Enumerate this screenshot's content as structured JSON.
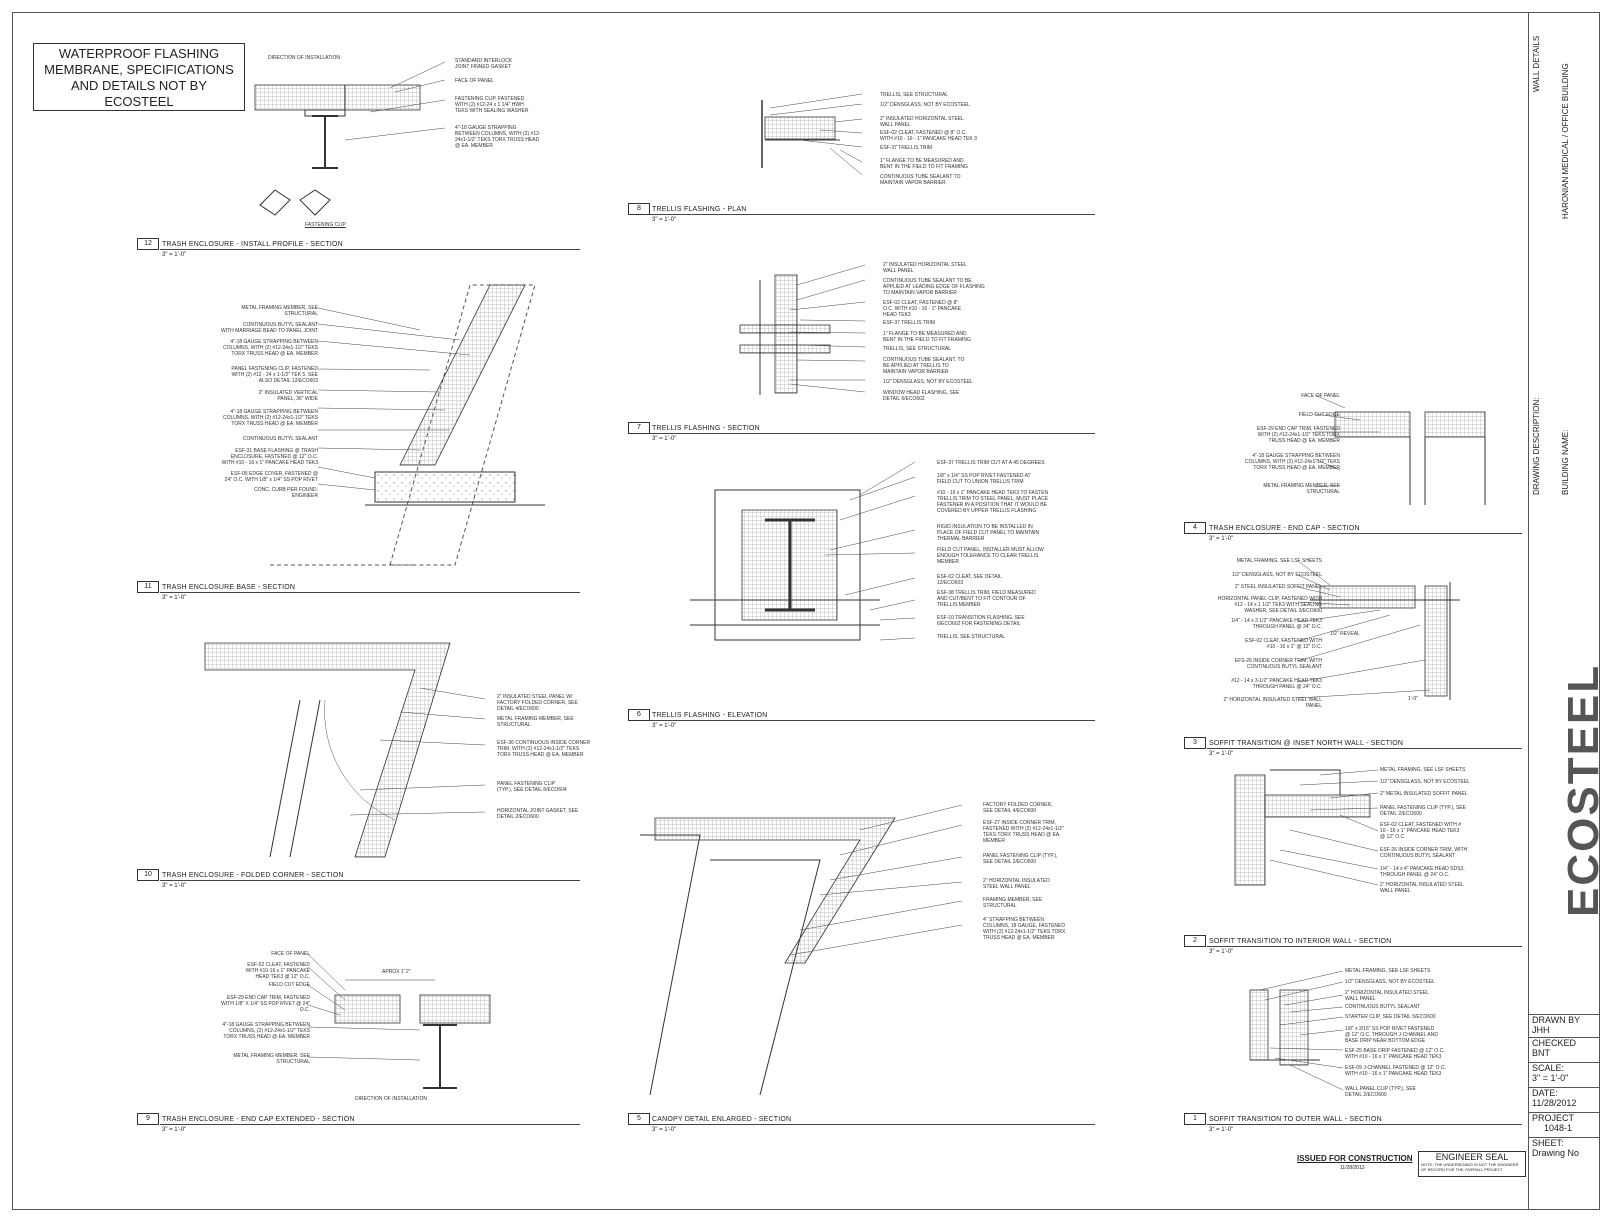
{
  "callout": {
    "line1": "WATERPROOF FLASHING",
    "line2": "MEMBRANE, SPECIFICATIONS",
    "line3": "AND DETAILS NOT BY",
    "line4": "ECOSTEEL"
  },
  "details": [
    {
      "num": "12",
      "title": "TRASH ENCLOSURE - INSTALL PROFILE - SECTION",
      "scale": "3\" = 1'-0\""
    },
    {
      "num": "11",
      "title": "TRASH ENCLOSURE BASE - SECTION",
      "scale": "3\" = 1'-0\""
    },
    {
      "num": "10",
      "title": "TRASH ENCLOSURE - FOLDED CORNER - SECTION",
      "scale": "3\" = 1'-0\""
    },
    {
      "num": "9",
      "title": "TRASH ENCLOSURE - END CAP EXTENDED - SECTION",
      "scale": "3\" = 1'-0\""
    },
    {
      "num": "8",
      "title": "TRELLIS FLASHING - PLAN",
      "scale": "3\" = 1'-0\""
    },
    {
      "num": "7",
      "title": "TRELLIS FLASHING - SECTION",
      "scale": "3\" = 1'-0\""
    },
    {
      "num": "6",
      "title": "TRELLIS FLASHING - ELEVATION",
      "scale": "3\" = 1'-0\""
    },
    {
      "num": "5",
      "title": "CANOPY DETAIL ENLARGED - SECTION",
      "scale": "3\" = 1'-0\""
    },
    {
      "num": "4",
      "title": "TRASH ENCLOSURE - END CAP - SECTION",
      "scale": "3\" = 1'-0\""
    },
    {
      "num": "3",
      "title": "SOFFIT TRANSITION @ INSET NORTH WALL - SECTION",
      "scale": "3\" = 1'-0\""
    },
    {
      "num": "2",
      "title": "SOFFIT TRANSITION TO INTERIOR WALL - SECTION",
      "scale": "3\" = 1'-0\""
    },
    {
      "num": "1",
      "title": "SOFFIT TRANSITION TO OUTER WALL - SECTION",
      "scale": "3\" = 1'-0\""
    }
  ],
  "notes": {
    "d12": [
      "DIRECTION OF INSTALLATION",
      "STANDARD INTERLOCK\nJOINT FINNED GASKET",
      "FACE OF PANEL",
      "FASTENING CLIP, FASTENED\nWITH (2) #12-24 x 1 1/4\" HWH\nTEKS WITH SEALING WASHER",
      "4\"-18 GAUGE STRAPPING\nBETWEEN COLUMNS, WITH (2) #12-\n24x1-1/2\" TEKS TORX TRUSS HEAD\n@ EA. MEMBER",
      "FASTENING CLIP"
    ],
    "d11": [
      "METAL FRAMING MEMBER, SEE\nSTRUCTURAL",
      "CONTINUOUS BUTYL SEALANT\nWITH MARRIAGE BEAD TO PANEL JOINT",
      "4\"-18 GAUGE STRAPPING BETWEEN\nCOLUMNS, WITH (2) #12-24x1-1/2\" TEKS\nTORX TRUSS HEAD @ EA. MEMBER",
      "PANEL FASTENING CLIP, FASTENED\nWITH (2) #12 - 24 x 1-1/2\" TEK 5, SEE\nALSO DETAIL 12/ECO603",
      "2\" INSULATED VERTICAL\nPANEL, 36\" WIDE",
      "4\"-18 GAUGE STRAPPING BETWEEN\nCOLUMNS, WITH (2) #12-24x1-1/2\" TEKS\nTORX TRUSS HEAD @ EA. MEMBER",
      "CONTINUOUS BUTYL SEALANT",
      "ESF-31 BASE FLASHING @ TRASH\nENCLOSURE, FASTENED @ 12\" O.C.\nWITH #10 - 16 x 1\" PANCAKE HEAD TEK3",
      "ESF-05 EDGE COVER, FASTENED @\n24\" O.C. WITH 1/8\" x 1/4\" SS POP RIVET",
      "CONC. CURB PER FOUND.\nENGINEER"
    ],
    "d10": [
      "2\" INSULATED STEEL PANEL W/\nFACTORY FOLDED CORNER, SEE\nDETAIL 4/ECO600",
      "METAL FRAMING MEMBER, SEE\nSTRUCTURAL",
      "ESF-36 CONTINUOUS INSIDE CORNER\nTRIM, WITH (2) #12-24x1-1/2\" TEKS\nTORX TRUSS HEAD @ EA. MEMBER",
      "PANEL FASTENING CLIP\n(TYP.), SEE DETAIL 8/ECO604",
      "HORIZONTAL JOINT GASKET, SEE\nDETAIL 2/ECO600"
    ],
    "d9": [
      "FACE OF PANEL",
      "ESF-02 CLEAT, FASTENED\nWITH #10-16 x 1\" PANCAKE\nHEAD TEK3 @ 12\" O.C.",
      "FIELD CUT EDGE",
      "ESF-29 END CAP TRIM, FASTENED\nWITH 1/8\" X 1/4\" SS POP RIVET @ 24\"\nO.C.",
      "4\"-18 GAUGE STRAPPING BETWEEN\nCOLUMNS, (2) #12-24x1-1/2\" TEKS\nTORX TRUSS HEAD @ EA. MEMBER",
      "METAL FRAMING MEMBER, SEE\nSTRUCTURAL",
      "APROX 1' 2\"",
      "DIRECTION OF INSTALLATION"
    ],
    "d8": [
      "TRELLIS, SEE STRUCTURAL",
      "1/2\" DENSGLASS, NOT BY ECOSTEEL",
      "2\" INSULATED HORIZONTAL STEEL\nWALL PANEL",
      "ESF-02 CLEAT, FASTENED @ 8\" O.C.\nWITH #10 - 16 - 1\" PANCAKE HEAD TEK 3",
      "ESF-37 TRELLIS TRIM",
      "1\" FLANGE TO BE MEASURED AND\nBENT IN THE FIELD TO FIT FRAMING",
      "CONTINUOUS TUBE SEALANT TO\nMAINTAIN VAPOR BARRIER"
    ],
    "d7": [
      "2\" INSULATED HORIZONTAL STEEL\nWALL PANEL",
      "CONTINUOUS TUBE SEALANT TO BE\nAPPLIED AT LEADING EDGE OF FLASHING\nTO MAINTAIN VAPOR BARRIER",
      "ESF-02 CLEAT, FASTENED @ 8\"\nO.C. WITH #10 - 16 - 1\" PANCAKE\nHEAD TEK3",
      "ESF-37 TRELLIS TRIM",
      "1\" FLANGE TO BE MEASURED AND\nBENT IN THE FIELD TO FIT FRAMING",
      "TRELLIS, SEE STRUCTURAL",
      "CONTINUOUS TUBE SEALANT, TO\nBE APPLIED AT TRELLIS TO\nMAINTAIN VAPOR BARRIER",
      "1/2\" DENSGLASS, NOT BY ECOSTEEL",
      "WINDOW HEAD FLASHING, SEE\nDETAIL 6/ECO602"
    ],
    "d6": [
      "ESF-37 TRELLIS TRIM CUT AT A 45 DEGREES",
      "1/8\" x 1/4\" SS POP RIVET FASTENED AT\nFIELD CUT TO UNION TRELLIS TRIM",
      "#10 - 16 x 1\" PANCAKE HEAD TEK3 TO FASTEN\nTRELLIS TRIM TO STEEL PANEL, MUST PLACE\nFASTENER IN A POSITION THAT IT WOULD BE\nCOVERED BY UPPER TRELLIS FLASHING",
      "RIGID INSULATION TO BE INSTALLED IN\nPLACE OF FIELD CUT PANEL TO MAINTAIN\nTHERMAL BARRIER",
      "FIELD CUT PANEL, INSTALLER MUST ALLOW\nENOUGH TOLERANCE TO CLEAR TRELLIS\nMEMBER",
      "ESF-02 CLEAT, SEE DETAIL\n12/ECO603",
      "ESF-38 TRELLIS TRIM, FIELD MEASURED\nAND CUT/BENT TO FIT CONTOUR OF\nTRELLIS MEMBER",
      "ESF-10 TRANSITION FLASHING, SEE\n6/ECO602 FOR FASTENING DETAIL",
      "TRELLIS, SEE STRUCTURAL"
    ],
    "d5": [
      "FACTORY FOLDED CORNER,\nSEE DETAIL 4/ECO600",
      "ESF-27 INSIDE CORNER TRIM,\nFASTENED WITH (2) #12-24x1-1/2\"\nTEKS TORX TRUSS HEAD @ EA.\nMEMBER",
      "PANEL FASTENING CLIP (TYP.),\nSEE DETAIL 2/ECO600",
      "2\" HORIZONTAL INSULATED\nSTEEL WALL PANEL",
      "FRAMING MEMBER, SEE\nSTRUCTURAL",
      "4\" STRAPPING BETWEEN\nCOLUMNS, 18 GAUGE, FASTENED\nWITH (2) #12-24x1-1/2\" TEKS TORX\nTRUSS HEAD @ EA. MEMBER"
    ],
    "d4": [
      "FACE OF PANEL",
      "FIELD CUT EDGE",
      "ESF-29 END CAP TRIM, FASTENED\nWITH (2) #12-24x1-1/2\" TEKS TORX\nTRUSS HEAD @ EA. MEMBER",
      "4\"-18 GAUGE STRAPPING BETWEEN\nCOLUMNS, WITH (2) #12-24x1-1/2\" TEKS\nTORX TRUSS HEAD @ EA. MEMBER",
      "METAL FRAMING MEMBER, SEE\nSTRUCTURAL"
    ],
    "d3": [
      "METAL FRAMING, SEE LSF SHEETS",
      "1/2\" DENSGLASS, NOT BY ECOSTEEL",
      "2\" STEEL INSULATED SOFFIT PANEL",
      "HORIZONTAL PANEL CLIP, FASTENED WITH\n#12 - 14 x 1 1/2\" TEK3 WITH SEALING\nWASHER, SEE DETAIL 3/ECO600",
      "1/4\" - 14 x 3 1/2\" PANCAKE HEAD TEK3\nTHROUGH PANEL @ 24\" O.C.",
      "ESF-02 CLEAT, FASTENED WITH\n#10 - 16 x 1\" @ 12\" O.C.",
      "EFS-26 INSIDE CORNER TRIM, WITH\nCONTINUOUS BUTYL SEALANT",
      "#12 - 14 x 3-1/2\" PANCAKE HEAD TEK3\nTHROUGH PANEL @ 24\" O.C.",
      "2\" HORIZONTAL INSULATED STEEL WALL\nPANEL",
      "1/2\" REVEAL",
      "1'-0\""
    ],
    "d2": [
      "METAL FRAMING, SEE LSF SHEETS",
      "1/2\" DENSGLASS, NOT BY ECOSTEEL",
      "2\" METAL INSULATED SOFFIT PANEL",
      "PANEL FASTENING CLIP (TYP.), SEE\nDETAIL 2/ECO600",
      "ESF-02 CLEAT, FASTENED WITH #\n10 - 16 x 1\" PANCAKE HEAD TEK3\n@ 12\" O.C.",
      "ESF-26 INSIDE CORNER TRIM, WITH\nCONTINUOUS BUTYL SEALANT",
      "1/4\" - 14 x 4\" PANCAKE HEAD SDS3,\nTHROUGH PANEL @ 24\" O.C.",
      "2\" HORIZONTAL INSULATED STEEL\nWALL PANEL"
    ],
    "d1": [
      "METAL FRAMING, SEE LSF SHEETS",
      "1/2\" DENSGLASS, NOT BY ECOSTEEL",
      "2\" HORIZONTAL INSULATED STEEL\nWALL PANEL",
      "CONTINUOUS BUTYL SEALANT",
      "STARTER CLIP, SEE DETAIL 5/ECO600",
      "1/8\" x 3/16\" SS POP RIVET FASTENED\n@ 12\" O.C. THROUGH J-CHANNEL AND\nBASE DRIP NEAR BOTTOM EDGE",
      "ESF-25 BASE DRIP FASTENED @ 12\" O.C.\nWITH #10 - 16 x 1\" PANCAKE HEAD TEK3",
      "ESF-09 J-CHANNEL FASTENED @ 12\" O.C.\nWITH #10 - 16 x 1\" PANCAKE HEAD TEK3",
      "WALL PANEL CLIP (TYP.), SEE\nDETAIL 2/ECO600"
    ]
  },
  "footer": {
    "issued": "ISSUED FOR CONSTRUCTION",
    "issued_date": "11/28/2012",
    "seal_title": "ENGINEER SEAL",
    "seal_note": "NOTE: THE UNDERSIGNED IS NOT THE ENGINEER\nOF RECORD FOR THE OVERALL PROJECT"
  },
  "title_block": {
    "wall_details": "WALL DETAILS",
    "building": "HARONIAN MEDICAL / OFFICE BUILDING",
    "drawing_description": "DRAWING DESCRIPTION:",
    "building_name": "BUILDING NAME:",
    "logo": "ECOSTEEL",
    "drawn_by_label": "DRAWN BY",
    "drawn_by": "JHH",
    "checked_label": "CHECKED",
    "checked": "BNT",
    "scale_label": "SCALE:",
    "scale": "3\" = 1'-0\"",
    "date_label": "DATE:",
    "date": "11/28/2012",
    "project_label": "PROJECT",
    "project": "1048-1",
    "sheet_label": "SHEET:",
    "sheet": "Drawing No"
  },
  "colors": {
    "line": "#333333",
    "hatch": "#777777",
    "logo": "#555555"
  }
}
